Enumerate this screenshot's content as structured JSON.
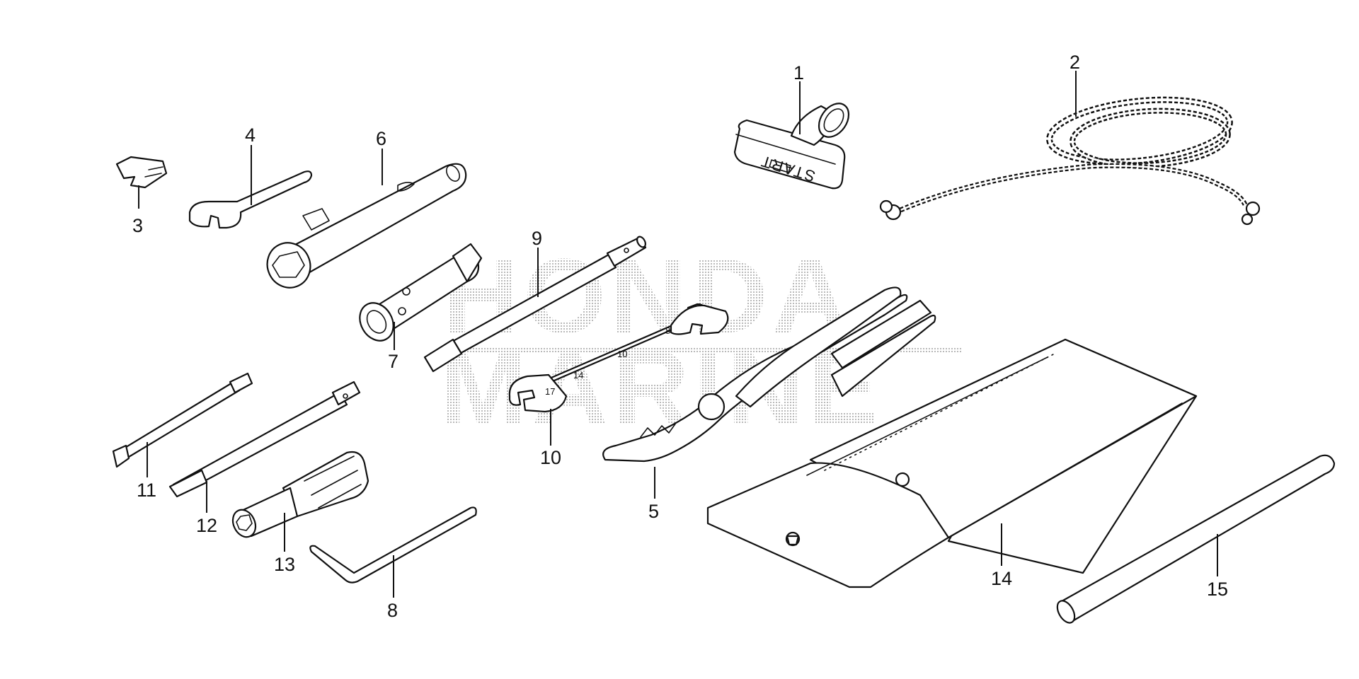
{
  "watermark": {
    "line1": "HONDA",
    "line2": "MARINE"
  },
  "part_labels": {
    "p1": "START",
    "p10a": "8",
    "p10b": "10",
    "p10c": "14",
    "p10d": "17"
  },
  "callouts": {
    "c1": "1",
    "c2": "2",
    "c3": "3",
    "c4": "4",
    "c5": "5",
    "c6": "6",
    "c7": "7",
    "c8": "8",
    "c9": "9",
    "c10": "10",
    "c11": "11",
    "c12": "12",
    "c13": "13",
    "c14": "14",
    "c15": "15"
  }
}
